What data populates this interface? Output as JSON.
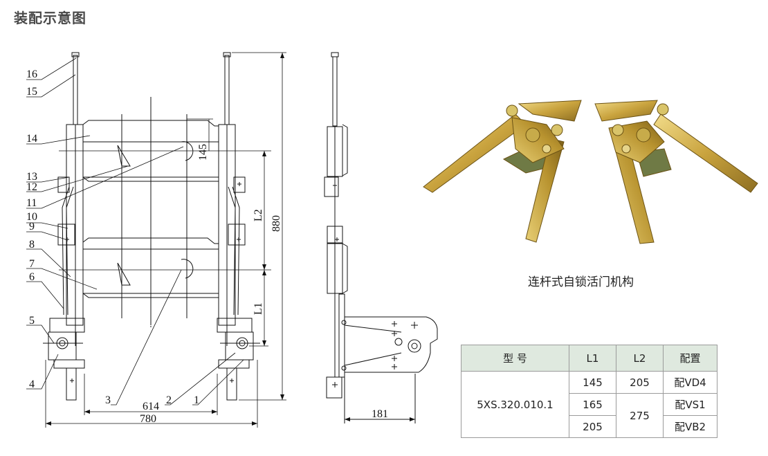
{
  "title": "装配示意图",
  "front_view": {
    "part_numbers": [
      "1",
      "2",
      "3",
      "4",
      "5",
      "6",
      "7",
      "8",
      "9",
      "10",
      "11",
      "12",
      "13",
      "14",
      "15",
      "16"
    ],
    "dimensions": {
      "width_inner": "614",
      "width_outer": "780",
      "height_total": "880",
      "spacing_145": "145",
      "L1": "L1",
      "L2": "L2"
    }
  },
  "side_view": {
    "dimension_depth": "181"
  },
  "photo": {
    "caption": "连杆式自锁活门机构"
  },
  "spec_table": {
    "headers": [
      "型 号",
      "L1",
      "L2",
      "配置"
    ],
    "model": "5XS.320.010.1",
    "L1_values": [
      "145",
      "165",
      "205"
    ],
    "L2_values": [
      "205",
      "275"
    ],
    "configs": [
      "配VD4",
      "配VS1",
      "配VB2"
    ]
  },
  "colors": {
    "line": "#111111",
    "table_header": "#dfe9df",
    "metal": "#c8a646"
  }
}
